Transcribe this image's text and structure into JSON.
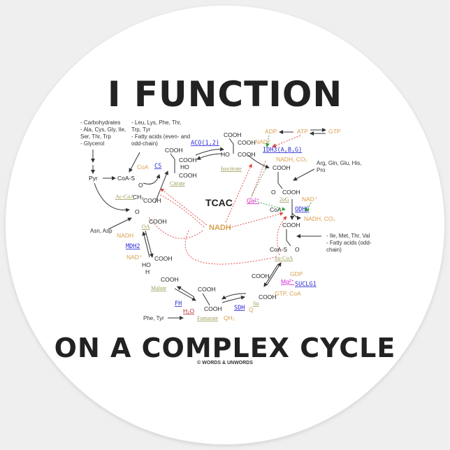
{
  "sticker": {
    "headline_top": "I FUNCTION",
    "headline_bottom": "ON A COMPLEX CYCLE",
    "copyright": "© WORDS & UNWORDS",
    "colors": {
      "background": "#efefef",
      "sticker": "#ffffff",
      "text": "#222222",
      "enzyme": "#2b2bd6",
      "metabolite": "#9a9a55",
      "cofactor": "#d9a050",
      "ion": "#d61fd6",
      "regulation_red": "#e04040",
      "regulation_green": "#30a030"
    }
  },
  "diagram": {
    "center_label": "TCAC",
    "center_cofactor": "NADH",
    "inputs": {
      "top_left_1": [
        "- Carbohydrates",
        "- Ala, Cys, Gly, Ile,",
        "  Ser, Thr, Trp",
        "- Glycerol"
      ],
      "top_left_2": [
        "- Leu, Lys,  Phe, Thr,",
        "  Trp, Tyr",
        "- Fatty acids (even- and",
        "  odd-chain)"
      ],
      "right_1": [
        "Arg, Gln, Glu, His,",
        "Pro"
      ],
      "right_2": [
        "- Ile, Met, Thr, Val",
        "- Fatty acids (odd-",
        "  chain)"
      ],
      "left": "Asn, Asp",
      "bottom": "Phe, Tyr"
    },
    "metabolites": {
      "pyr": "Pyr",
      "acetyl_coa": "Ac-CoA",
      "citrate": "Citrate",
      "isocitrate": "Isocitrate",
      "two_og": "2oG",
      "succinyl_coa": "Su-CoA",
      "succinate": "Su",
      "fumarate": "Fumarate",
      "malate": "Malate",
      "oxaloacetate": "OA"
    },
    "enzymes": {
      "cs": "CS",
      "aco": "ACO(1,2)",
      "idh": "IDH3(A,B,G)",
      "odhc": "ODHC",
      "suclg": "SUCLG1",
      "sdh": "SDH",
      "fh": "FH",
      "mdh": "MDH2"
    },
    "cofactors": {
      "coa": "CoA",
      "adp": "ADP",
      "atp": "ATP",
      "gtp": "GTP",
      "nad_plus": "NAD⁺",
      "nadh_co2": "NADH, CO₂",
      "nadh": "NADH",
      "gdp": "GDP",
      "gtp_coa": "GTP, CoA",
      "q": "Q",
      "qh2": "QH₂",
      "h2o": "H₂O",
      "ca": "Ca²⁺",
      "mg": "Mg²⁺"
    },
    "chem": {
      "cooh": "COOH",
      "ho": "HO",
      "h": "H",
      "o": "O",
      "coa_s": "CoA-S",
      "ch3": "CH₃",
      "coa": "CoA"
    }
  }
}
